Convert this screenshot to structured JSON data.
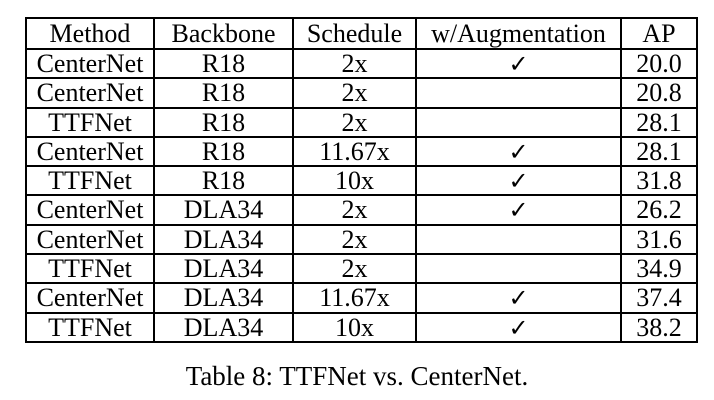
{
  "table": {
    "columns": [
      "Method",
      "Backbone",
      "Schedule",
      "w/Augmentation",
      "AP"
    ],
    "groups": [
      {
        "rows": [
          [
            "CenterNet",
            "R18",
            "2x",
            "✓",
            "20.0"
          ],
          [
            "CenterNet",
            "R18",
            "2x",
            "",
            "20.8"
          ],
          [
            "TTFNet",
            "R18",
            "2x",
            "",
            "28.1"
          ]
        ]
      },
      {
        "rows": [
          [
            "CenterNet",
            "R18",
            "11.67x",
            "✓",
            "28.1"
          ],
          [
            "TTFNet",
            "R18",
            "10x",
            "✓",
            "31.8"
          ]
        ]
      },
      {
        "rows": [
          [
            "CenterNet",
            "DLA34",
            "2x",
            "✓",
            "26.2"
          ],
          [
            "CenterNet",
            "DLA34",
            "2x",
            "",
            "31.6"
          ],
          [
            "TTFNet",
            "DLA34",
            "2x",
            "",
            "34.9"
          ]
        ]
      },
      {
        "rows": [
          [
            "CenterNet",
            "DLA34",
            "11.67x",
            "✓",
            "37.4"
          ],
          [
            "TTFNet",
            "DLA34",
            "10x",
            "✓",
            "38.2"
          ]
        ]
      }
    ]
  },
  "icons": {
    "checkmark": "✓"
  },
  "colors": {
    "text": "#000000",
    "background": "#ffffff",
    "rule": "#000000"
  },
  "caption": "Table 8: TTFNet vs. CenterNet."
}
